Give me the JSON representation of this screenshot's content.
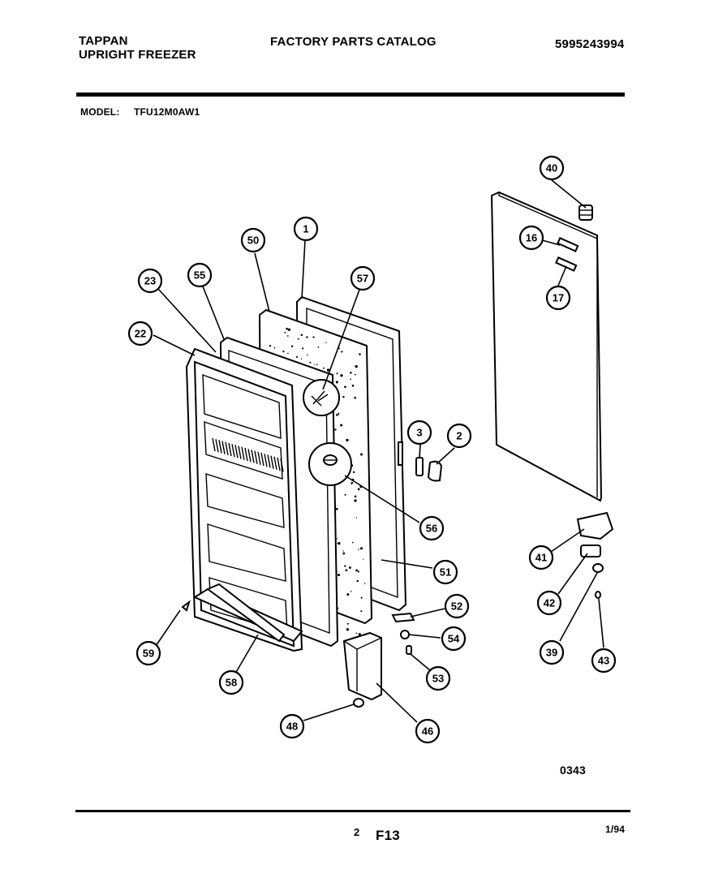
{
  "header": {
    "brand": "TAPPAN",
    "product": "UPRIGHT FREEZER",
    "catalog_title": "FACTORY PARTS CATALOG",
    "catalog_number": "5995243994",
    "model_label": "MODEL:",
    "model_number": "TFU12M0AW1"
  },
  "diagram": {
    "callouts": [
      "40",
      "16",
      "17",
      "1",
      "50",
      "57",
      "23",
      "55",
      "22",
      "3",
      "2",
      "56",
      "51",
      "41",
      "42",
      "39",
      "43",
      "52",
      "54",
      "53",
      "59",
      "58",
      "48",
      "46"
    ],
    "figure_code": "0343"
  },
  "footer": {
    "page": "2",
    "section": "F13",
    "date": "1/94"
  }
}
